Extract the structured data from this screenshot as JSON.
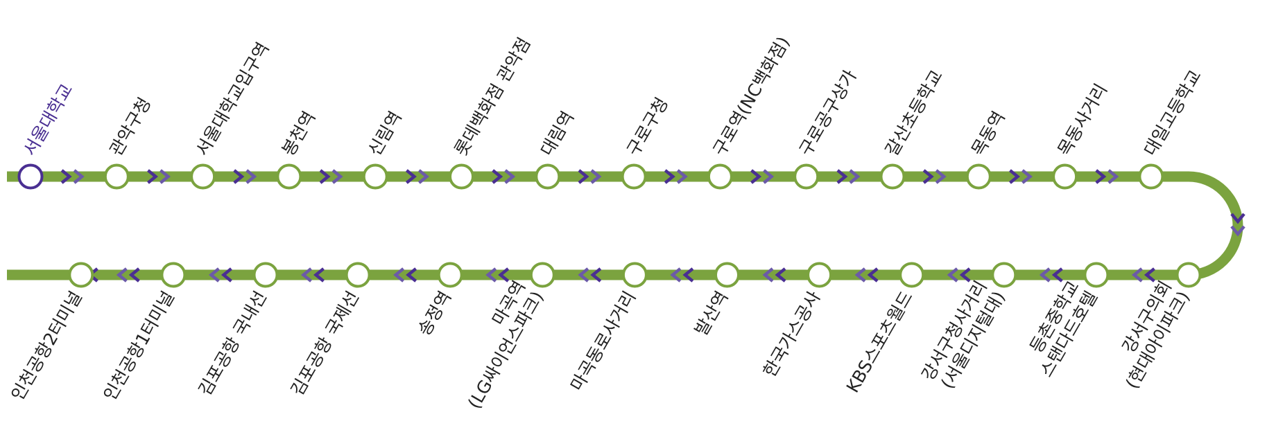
{
  "route": {
    "line_color": "#7ba33f",
    "arrow_color": "#4a2f92",
    "arrow_color_light": "#6b5aa8",
    "current_color": "#4a2f92",
    "outbound": [
      {
        "name": [
          "서울대학교"
        ],
        "current": true
      },
      {
        "name": [
          "관악구청"
        ]
      },
      {
        "name": [
          "서울대학교입구역"
        ]
      },
      {
        "name": [
          "봉천역"
        ]
      },
      {
        "name": [
          "신림역"
        ]
      },
      {
        "name": [
          "롯데백화점 관악점"
        ]
      },
      {
        "name": [
          "대림역"
        ]
      },
      {
        "name": [
          "구로구청"
        ]
      },
      {
        "name": [
          "구로역(NC백화점)"
        ]
      },
      {
        "name": [
          "구로공구상가"
        ]
      },
      {
        "name": [
          "갈산초등학교"
        ]
      },
      {
        "name": [
          "목동역"
        ]
      },
      {
        "name": [
          "목동사거리"
        ]
      },
      {
        "name": [
          "대일고등학교"
        ]
      }
    ],
    "inbound": [
      {
        "name": [
          "강서구의회",
          "(현대아이파크)"
        ]
      },
      {
        "name": [
          "등촌중학교",
          "스탠다드호텔"
        ]
      },
      {
        "name": [
          "강서구청사거리",
          "(서울디지털대)"
        ]
      },
      {
        "name": [
          "KBS스포츠월드"
        ]
      },
      {
        "name": [
          "한국가스공사"
        ]
      },
      {
        "name": [
          "발산역"
        ]
      },
      {
        "name": [
          "마곡동로사거리"
        ]
      },
      {
        "name": [
          "마곡역",
          "(LG싸이언스파크)"
        ]
      },
      {
        "name": [
          "송정역"
        ]
      },
      {
        "name": [
          "김포공항 국제선"
        ]
      },
      {
        "name": [
          "김포공항 국내선"
        ]
      },
      {
        "name": [
          "인천공항1터미널"
        ]
      },
      {
        "name": [
          "인천공항2터미널"
        ]
      }
    ]
  }
}
